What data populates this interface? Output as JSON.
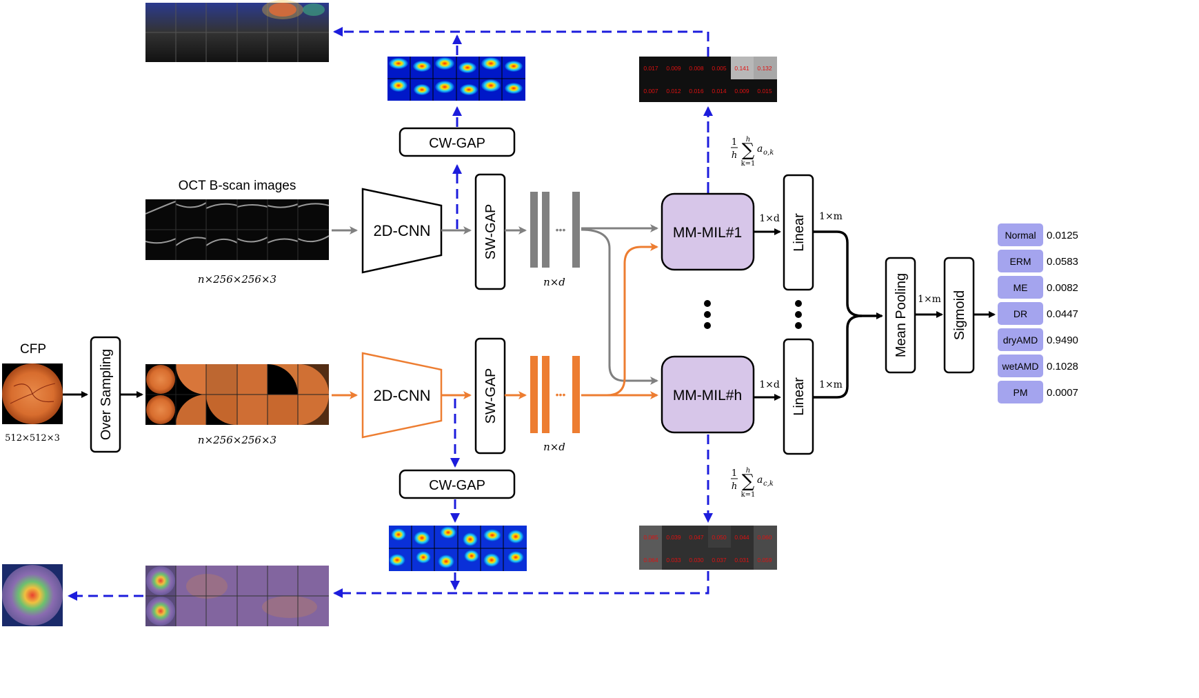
{
  "oct_label": "OCT B-scan images",
  "cfp_label": "CFP",
  "oct_dims": "n×256×256×3",
  "cfp_input_dims": "512×512×3",
  "cfp_dims": "n×256×256×3",
  "over_sampling": "Over Sampling",
  "cnn_label": "2D-CNN",
  "swgap_label": "SW-GAP",
  "cwgap_label": "CW-GAP",
  "feature_dims": "n×d",
  "ellipsis": "•••",
  "mil_first": "MM-MIL#1",
  "mil_last": "MM-MIL#h",
  "one_by_d": "1×d",
  "one_by_m": "1×m",
  "linear_label": "Linear",
  "mean_pooling": "Mean Pooling",
  "sigmoid_label": "Sigmoid",
  "formula_oct": {
    "frac": "1",
    "den": "h",
    "sum": "∑",
    "upper": "h",
    "lower": "k=1",
    "term": "a",
    "sub": "o,k"
  },
  "formula_cfp": {
    "frac": "1",
    "den": "h",
    "sum": "∑",
    "upper": "h",
    "lower": "k=1",
    "term": "a",
    "sub": "c,k"
  },
  "oct_attention": {
    "row1": [
      "0.017",
      "0.009",
      "0.008",
      "0.005",
      "0.141",
      "0.132"
    ],
    "row2": [
      "0.007",
      "0.012",
      "0.016",
      "0.014",
      "0.009",
      "0.015"
    ]
  },
  "cfp_attention": {
    "row1": [
      "0.085",
      "0.039",
      "0.047",
      "0.050",
      "0.044",
      "0.060"
    ],
    "row2": [
      "0.064",
      "0.033",
      "0.030",
      "0.037",
      "0.031",
      "0.059"
    ]
  },
  "classes": [
    {
      "name": "Normal",
      "score": "0.0125"
    },
    {
      "name": "ERM",
      "score": "0.0583"
    },
    {
      "name": "ME",
      "score": "0.0082"
    },
    {
      "name": "DR",
      "score": "0.0447"
    },
    {
      "name": "dryAMD",
      "score": "0.9490"
    },
    {
      "name": "wetAMD",
      "score": "0.1028"
    },
    {
      "name": "PM",
      "score": "0.0007"
    }
  ],
  "colors": {
    "oct_flow": "#808080",
    "cfp_flow": "#ed7d31",
    "explain_flow": "#1c1cdc",
    "mil": "#d7c6e9",
    "class_box": "#a4a4ee"
  }
}
